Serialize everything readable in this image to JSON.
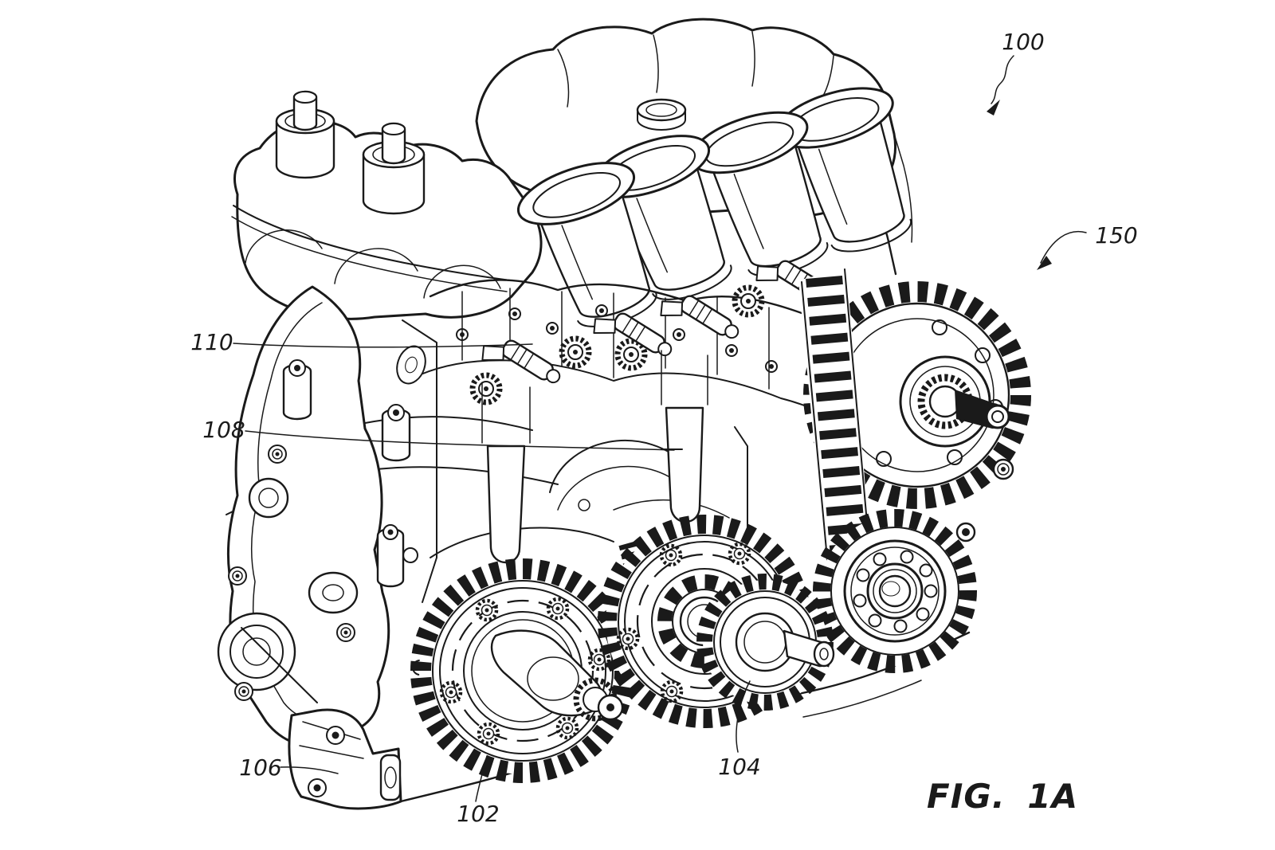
{
  "figure": {
    "caption": "FIG. 1A",
    "reference_numerals": {
      "n100": "100",
      "n150": "150",
      "n110": "110",
      "n108": "108",
      "n106": "106",
      "n102": "102",
      "n104": "104"
    }
  },
  "drawing": {
    "description": "Isometric patent line drawing of a four-cylinder engine assembly with intake trumpets, cam phaser gears and a large camshaft drive gear",
    "stroke_color": "#1a1a1a",
    "background_color": "#ffffff"
  }
}
